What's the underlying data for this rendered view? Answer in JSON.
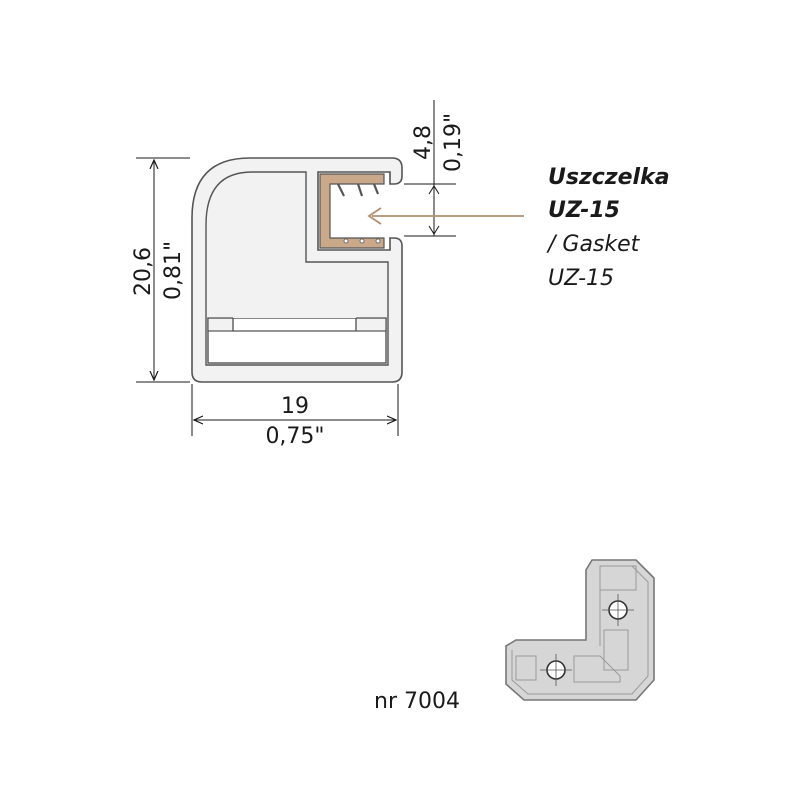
{
  "dimensions": {
    "height_mm": "20,6",
    "height_in": "0,81\"",
    "width_mm": "19",
    "width_in": "0,75\"",
    "gap_mm": "4,8",
    "gap_in": "0,19\""
  },
  "gasket_label": {
    "line1": "Uszczelka",
    "line2": "UZ-15",
    "line3": "/ Gasket",
    "line4": "UZ-15"
  },
  "part_number": "nr 7004",
  "colors": {
    "profile_fill": "#f2f2f2",
    "profile_stroke": "#555555",
    "gasket_fill": "#c9a98a",
    "arrow": "#b09070",
    "connector_fill": "#d6d6d6"
  }
}
